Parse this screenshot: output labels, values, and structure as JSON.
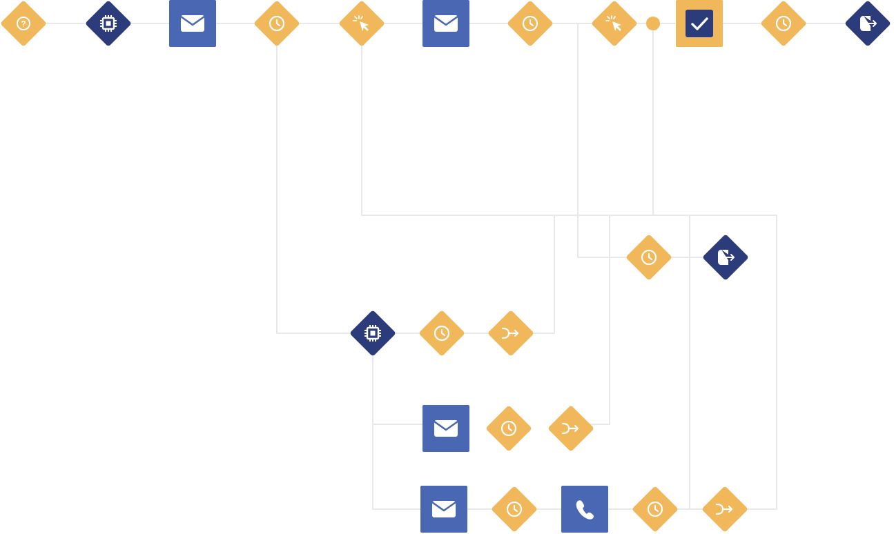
{
  "colors": {
    "background": "#ffffff",
    "connector": "#e6e8ec",
    "condition": "#f1b85b",
    "action": "#4a67b3",
    "system": "#2c3b7a",
    "icon": "#ffffff"
  },
  "workflow": {
    "nodes": [
      {
        "id": "n1",
        "shape": "diamond",
        "kind": "condition",
        "icon": "question-icon"
      },
      {
        "id": "n2",
        "shape": "diamond",
        "kind": "system",
        "icon": "chip-icon"
      },
      {
        "id": "n3",
        "shape": "square",
        "kind": "action",
        "icon": "mail-icon"
      },
      {
        "id": "n4",
        "shape": "diamond",
        "kind": "condition",
        "icon": "clock-icon"
      },
      {
        "id": "n5",
        "shape": "diamond",
        "kind": "condition",
        "icon": "pointer-click-icon"
      },
      {
        "id": "n6",
        "shape": "square",
        "kind": "action",
        "icon": "mail-icon"
      },
      {
        "id": "n7",
        "shape": "diamond",
        "kind": "condition",
        "icon": "clock-icon"
      },
      {
        "id": "n8",
        "shape": "diamond",
        "kind": "condition",
        "icon": "pointer-click-icon"
      },
      {
        "id": "n9",
        "shape": "dot",
        "kind": "condition",
        "icon": "junction-dot"
      },
      {
        "id": "n10",
        "shape": "square",
        "kind": "condition",
        "icon": "checkbox-check-icon"
      },
      {
        "id": "n11",
        "shape": "diamond",
        "kind": "condition",
        "icon": "clock-icon"
      },
      {
        "id": "n12",
        "shape": "diamond",
        "kind": "system",
        "icon": "exit-icon"
      },
      {
        "id": "n13",
        "shape": "diamond",
        "kind": "condition",
        "icon": "clock-icon"
      },
      {
        "id": "n14",
        "shape": "diamond",
        "kind": "system",
        "icon": "exit-icon"
      },
      {
        "id": "n15",
        "shape": "diamond",
        "kind": "system",
        "icon": "chip-icon"
      },
      {
        "id": "n16",
        "shape": "diamond",
        "kind": "condition",
        "icon": "clock-icon"
      },
      {
        "id": "n17",
        "shape": "diamond",
        "kind": "condition",
        "icon": "merge-arrow-icon"
      },
      {
        "id": "n18",
        "shape": "square",
        "kind": "action",
        "icon": "mail-icon"
      },
      {
        "id": "n19",
        "shape": "diamond",
        "kind": "condition",
        "icon": "clock-icon"
      },
      {
        "id": "n20",
        "shape": "diamond",
        "kind": "condition",
        "icon": "merge-arrow-icon"
      },
      {
        "id": "n21",
        "shape": "square",
        "kind": "action",
        "icon": "mail-icon"
      },
      {
        "id": "n22",
        "shape": "diamond",
        "kind": "condition",
        "icon": "clock-icon"
      },
      {
        "id": "n23",
        "shape": "square",
        "kind": "action",
        "icon": "phone-icon"
      },
      {
        "id": "n24",
        "shape": "diamond",
        "kind": "condition",
        "icon": "clock-icon"
      },
      {
        "id": "n25",
        "shape": "diamond",
        "kind": "condition",
        "icon": "merge-arrow-icon"
      }
    ],
    "edges": [
      [
        "n1",
        "n2"
      ],
      [
        "n2",
        "n3"
      ],
      [
        "n3",
        "n4"
      ],
      [
        "n4",
        "n5"
      ],
      [
        "n5",
        "n6"
      ],
      [
        "n6",
        "n7"
      ],
      [
        "n7",
        "n8"
      ],
      [
        "n8",
        "n9"
      ],
      [
        "n9",
        "n10"
      ],
      [
        "n10",
        "n11"
      ],
      [
        "n11",
        "n12"
      ],
      [
        "n7",
        "n13"
      ],
      [
        "n13",
        "n14"
      ],
      [
        "n5",
        "n17"
      ],
      [
        "n9",
        "n20"
      ],
      [
        "n4",
        "n15"
      ],
      [
        "n15",
        "n16"
      ],
      [
        "n16",
        "n17"
      ],
      [
        "n15",
        "n18"
      ],
      [
        "n18",
        "n19"
      ],
      [
        "n19",
        "n20"
      ],
      [
        "n15",
        "n21"
      ],
      [
        "n21",
        "n22"
      ],
      [
        "n22",
        "n23"
      ],
      [
        "n23",
        "n24"
      ],
      [
        "n24",
        "n25"
      ],
      [
        "n14",
        "n25"
      ]
    ]
  }
}
